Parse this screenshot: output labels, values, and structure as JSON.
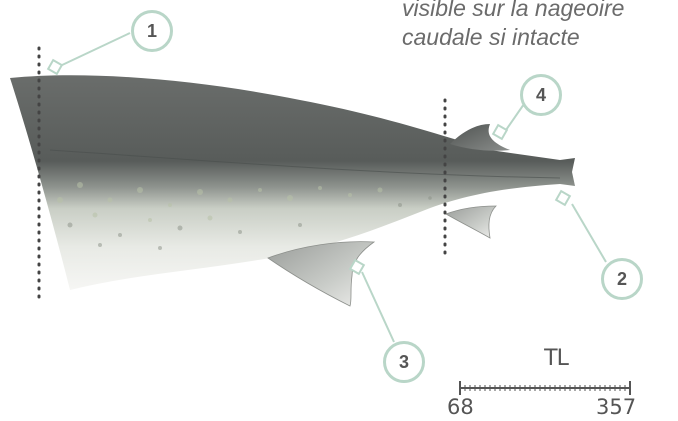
{
  "caption": {
    "line1": "visible sur la nageoire",
    "line2": "caudale si intacte"
  },
  "markers": [
    {
      "id": "1"
    },
    {
      "id": "2"
    },
    {
      "id": "3"
    },
    {
      "id": "4"
    }
  ],
  "scale": {
    "title": "TL",
    "min": "68",
    "max": "357"
  },
  "colors": {
    "marker_border": "#b9d6c8",
    "body_dark": "#5d615f",
    "body_light": "#f2f3ef",
    "dotted_line": "#444444"
  }
}
